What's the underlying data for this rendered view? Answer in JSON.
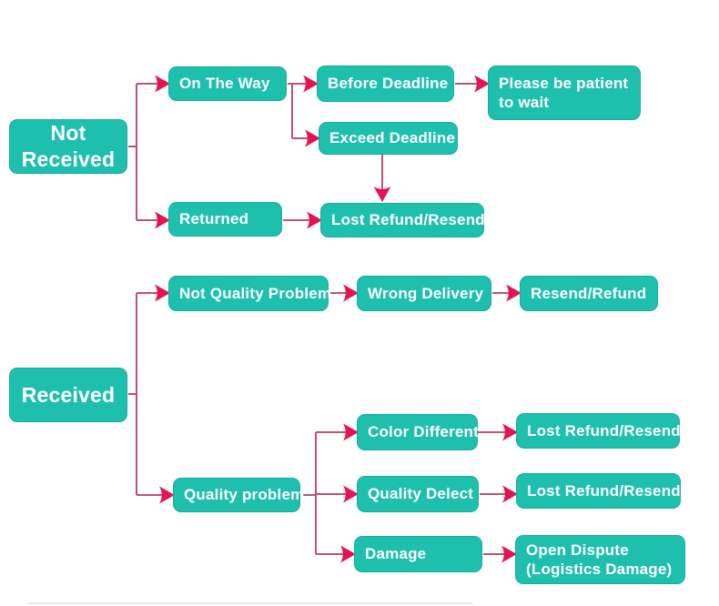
{
  "diagram": {
    "background": "#ffffff",
    "node_fill": "#1fbfae",
    "node_text_color": "#ffffff",
    "line_color": "#bb5470",
    "arrow_color": "#e5134f",
    "nodes": {
      "not_received": "Not Received",
      "on_the_way": "On The Way",
      "before_deadline": "Before Deadline",
      "please_patient": "Please be patient to wait",
      "exceed_deadline": "Exceed Deadline",
      "returned": "Returned",
      "lost_refund_resend_top": "Lost Refund/Resend",
      "received": "Received",
      "not_quality_problem": "Not Quality Problem",
      "wrong_delivery": "Wrong Delivery",
      "resend_refund": "Resend/Refund",
      "quality_problem": "Quality problem",
      "color_different": "Color Different",
      "quality_delect": "Quality Delect",
      "damage": "Damage",
      "lost_refund_resend_color": "Lost Refund/Resend",
      "lost_refund_resend_delect": "Lost Refund/Resend",
      "open_dispute": "Open Dispute (Logistics Damage)"
    },
    "edges": [
      {
        "from": "not_received",
        "to": "on_the_way"
      },
      {
        "from": "not_received",
        "to": "returned"
      },
      {
        "from": "on_the_way",
        "to": "before_deadline"
      },
      {
        "from": "on_the_way",
        "to": "exceed_deadline"
      },
      {
        "from": "before_deadline",
        "to": "please_patient"
      },
      {
        "from": "exceed_deadline",
        "to": "lost_refund_resend_top"
      },
      {
        "from": "returned",
        "to": "lost_refund_resend_top"
      },
      {
        "from": "received",
        "to": "not_quality_problem"
      },
      {
        "from": "received",
        "to": "quality_problem"
      },
      {
        "from": "not_quality_problem",
        "to": "wrong_delivery"
      },
      {
        "from": "wrong_delivery",
        "to": "resend_refund"
      },
      {
        "from": "quality_problem",
        "to": "color_different"
      },
      {
        "from": "quality_problem",
        "to": "quality_delect"
      },
      {
        "from": "quality_problem",
        "to": "damage"
      },
      {
        "from": "color_different",
        "to": "lost_refund_resend_color"
      },
      {
        "from": "quality_delect",
        "to": "lost_refund_resend_delect"
      },
      {
        "from": "damage",
        "to": "open_dispute"
      }
    ]
  }
}
